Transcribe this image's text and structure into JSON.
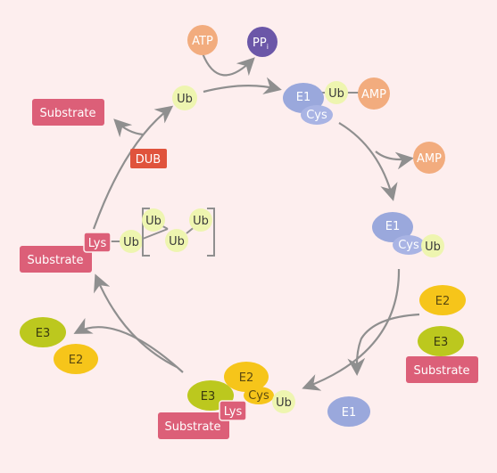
{
  "colors": {
    "background": "#fdeeee",
    "ub": "#eef5b0",
    "e1": "#9aa8dc",
    "cys": "#a9b4e4",
    "amp_atp": "#f2ac7e",
    "ppi": "#6b57a8",
    "substrate": "#dc5f78",
    "e2": "#f6c51a",
    "e3": "#bcc81e",
    "dub": "#e0533c",
    "arrow": "#8f8f8f"
  },
  "labels": {
    "atp": "ATP",
    "ppi": "PP",
    "ppi_sub": "i",
    "ub": "Ub",
    "e1": "E1",
    "cys": "Cys",
    "amp": "AMP",
    "e2": "E2",
    "e3": "E3",
    "lys": "Lys",
    "substrate": "Substrate",
    "dub": "DUB"
  }
}
